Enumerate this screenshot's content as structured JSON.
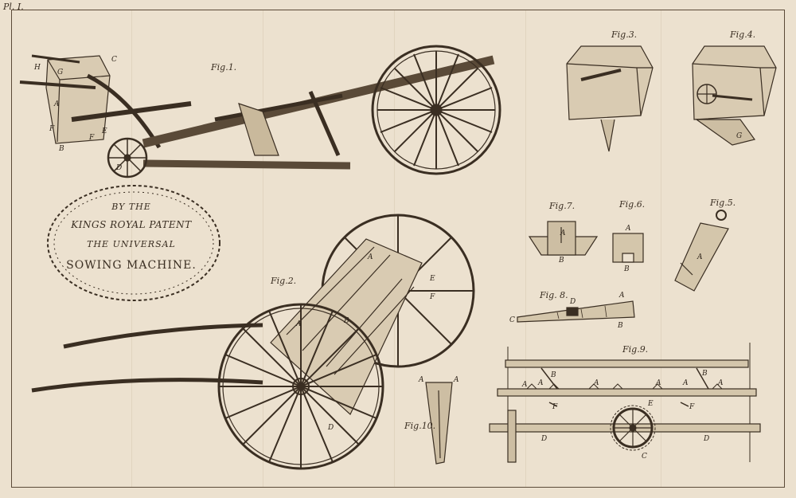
{
  "plate": {
    "number": "Pl. I."
  },
  "title": {
    "line1": "BY THE",
    "line2": "KINGS ROYAL PATENT",
    "line3": "THE UNIVERSAL",
    "line4": "SOWING MACHINE."
  },
  "figures": {
    "fig1": "Fig.1.",
    "fig2": "Fig.2.",
    "fig3": "Fig.3.",
    "fig4": "Fig.4.",
    "fig5": "Fig.5.",
    "fig6": "Fig.6.",
    "fig7": "Fig.7.",
    "fig8": "Fig. 8.",
    "fig9": "Fig.9.",
    "fig10": "Fig.10."
  },
  "letters": {
    "fig1": [
      "H",
      "G",
      "C",
      "A",
      "F",
      "E",
      "F",
      "B",
      "D"
    ],
    "fig2": [
      "A",
      "A",
      "E",
      "F",
      "B",
      "D"
    ],
    "fig4": [
      "G"
    ],
    "fig5": [
      "A"
    ],
    "fig6": [
      "A",
      "B"
    ],
    "fig7": [
      "A",
      "B"
    ],
    "fig8": [
      "A",
      "D",
      "C",
      "B"
    ],
    "fig9": [
      "B",
      "B",
      "A",
      "A",
      "A",
      "A",
      "A",
      "A",
      "F",
      "E",
      "F",
      "D",
      "D",
      "C"
    ],
    "fig10": [
      "A",
      "A"
    ]
  },
  "colors": {
    "paper": "#ece1cf",
    "ink": "#3a2e22"
  }
}
